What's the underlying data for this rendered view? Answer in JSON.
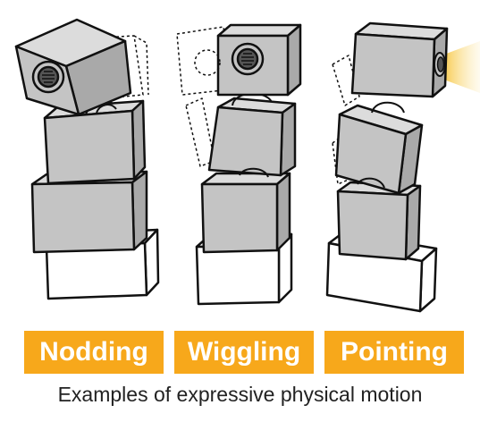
{
  "labels": {
    "nodding": "Nodding",
    "wiggling": "Wiggling",
    "pointing": "Pointing"
  },
  "caption": "Examples of expressive physical motion",
  "colors": {
    "label_background": "#f7a81b",
    "label_text": "#ffffff",
    "block_fill": "#c8c8c8",
    "base_fill": "#ffffff",
    "light_beam": "#f9d46b"
  },
  "icons": {
    "camera_lens": "camera-lens-icon",
    "light_beam": "light-beam-icon"
  }
}
